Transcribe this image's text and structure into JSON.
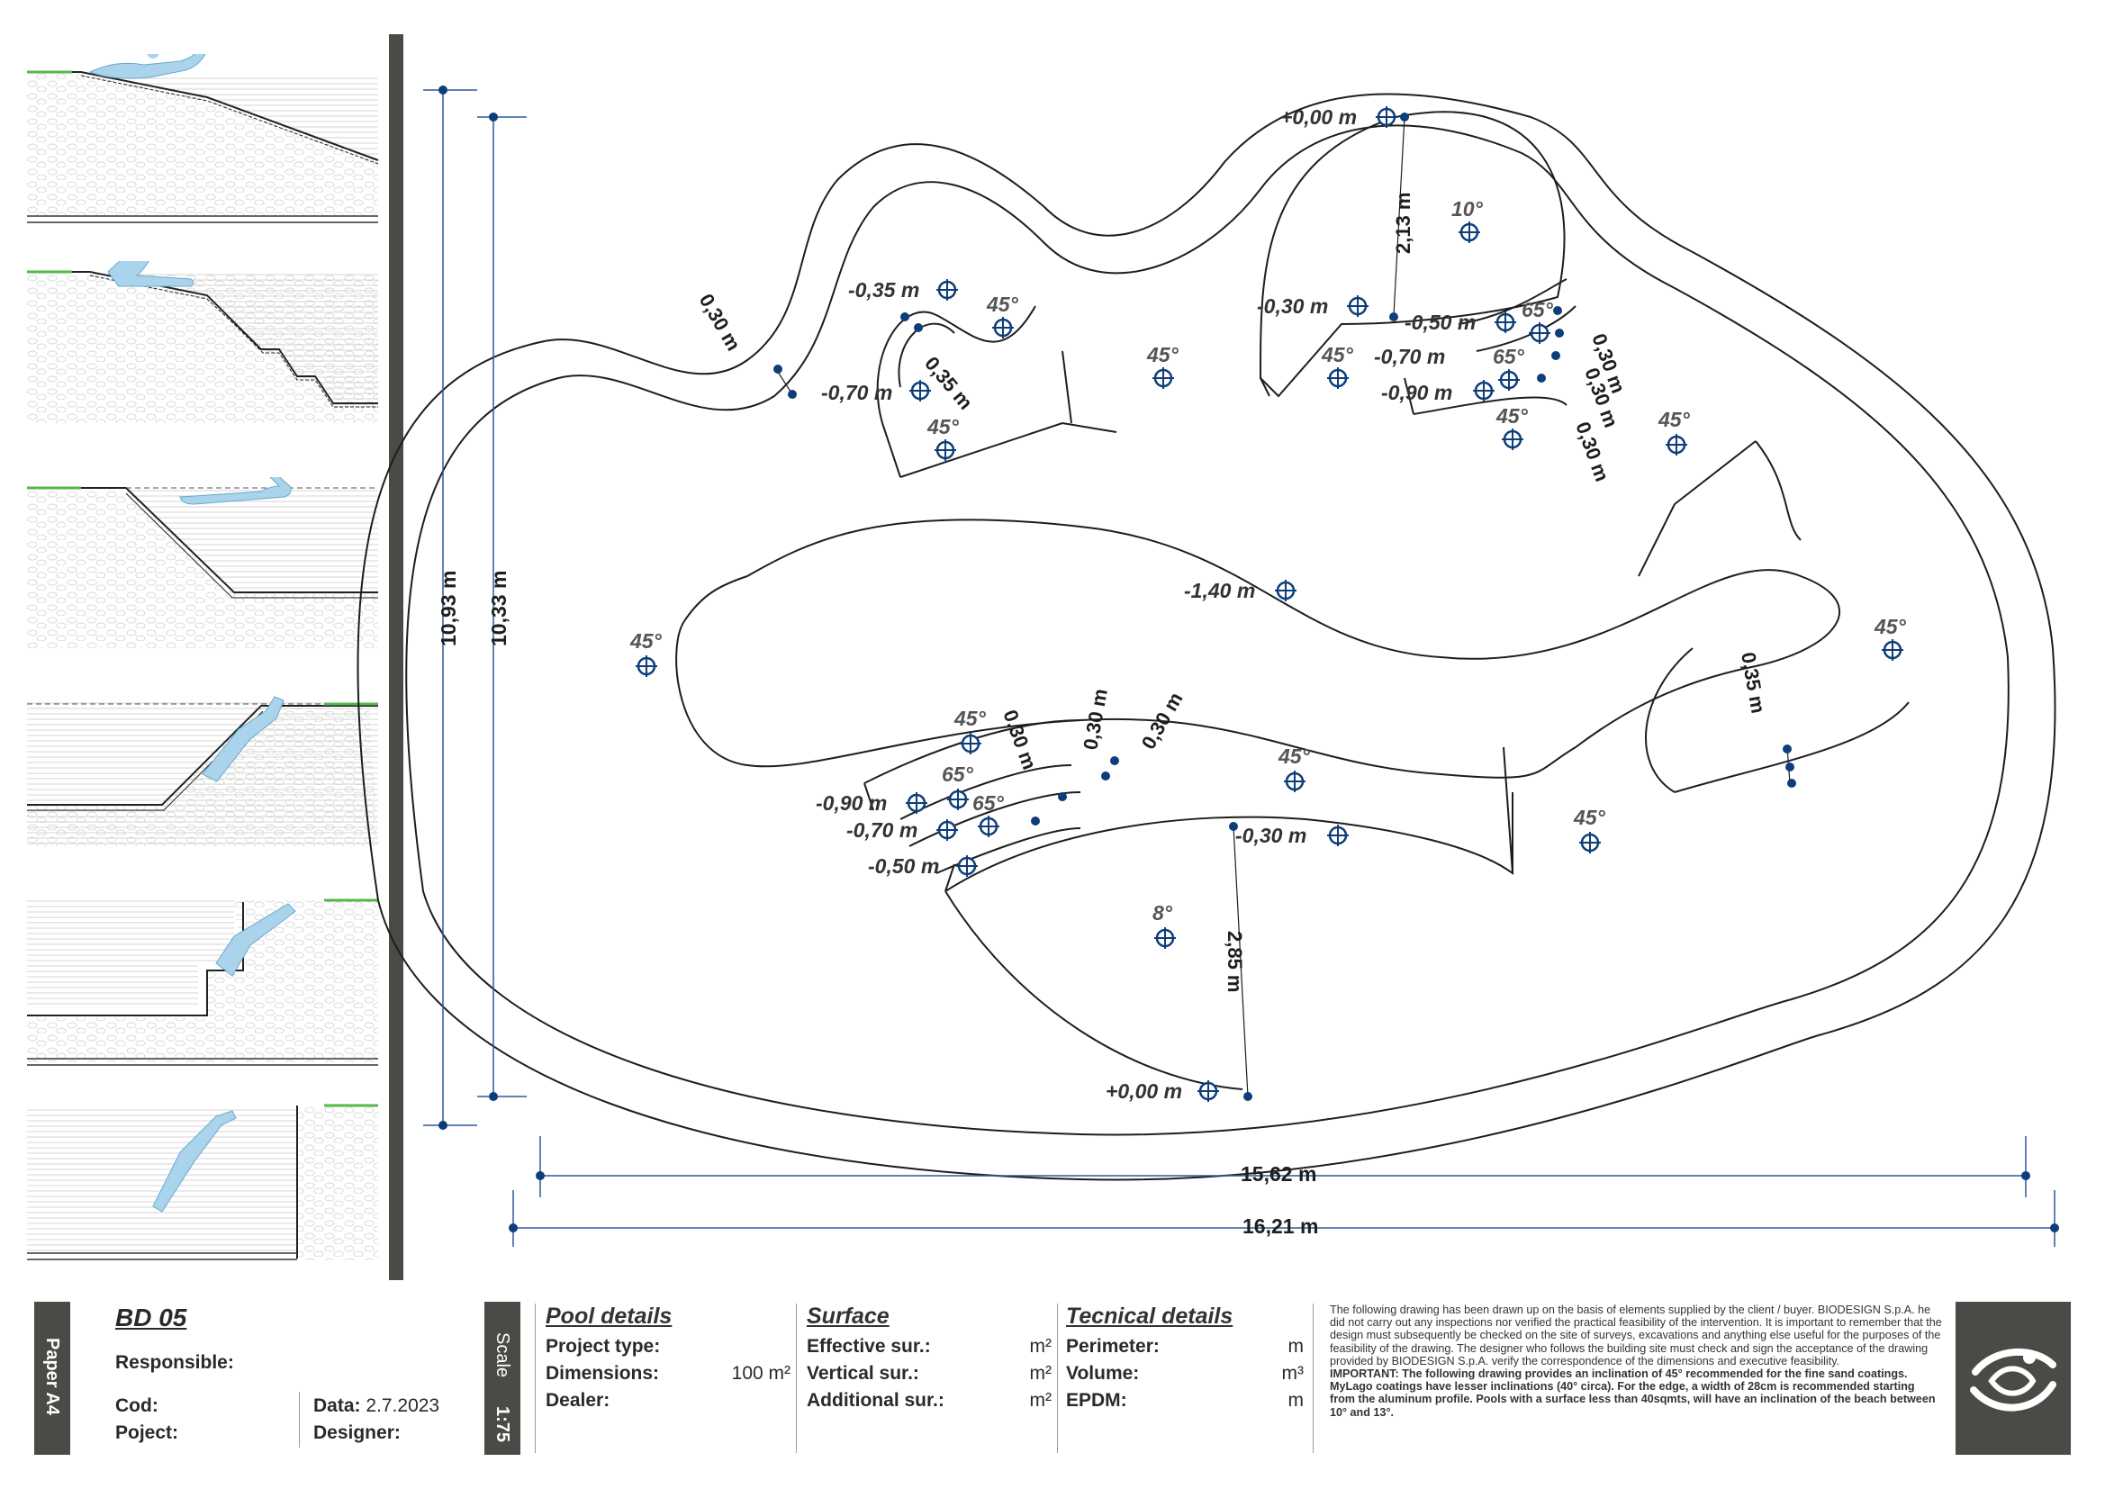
{
  "plan": {
    "depth_labels": {
      "top_rim": "+0,00 m",
      "bottom_rim": "+0,00 m",
      "center": "-1,40 m",
      "beach_top_edge": "-0,30 m",
      "beach_bottom_edge": "-0,30 m",
      "step_tl_1": "-0,35 m",
      "step_tl_2": "-0,70 m",
      "step_tr_1": "-0,50 m",
      "step_tr_2": "-0,70 m",
      "step_tr_3": "-0,90 m",
      "step_bl_1": "-0,90 m",
      "step_bl_2": "-0,70 m",
      "step_bl_3": "-0,50 m"
    },
    "dimension_labels": {
      "rim_width_left": "0,30 m",
      "step_tl_depth": "0,35 m",
      "beach_top_length": "2,13 m",
      "beach_bottom_length": "2,85 m",
      "step_tr_a": "0,30 m",
      "step_tr_b": "0,30 m",
      "step_tr_c": "0,30 m",
      "step_right": "0,35 m",
      "step_bl_a": "0,30 m",
      "step_bl_b": "0,30 m",
      "step_bl_c": "0,30 m",
      "height_outer": "10,93 m",
      "height_inner": "10,33 m",
      "width_inner": "15,62 m",
      "width_outer": "16,21 m"
    },
    "slope_labels": {
      "top_beach": "10°",
      "bottom_beach": "8°",
      "tl_step": "45°",
      "tl_lower": "45°",
      "top_mid": "45°",
      "top_right_a": "45°",
      "top_right_b": "45°",
      "right_top": "45°",
      "left": "45°",
      "right": "45°",
      "bottom_left": "45°",
      "bottom_mid": "45°",
      "bottom_right": "45°",
      "tr_step_1": "65°",
      "tr_step_2": "65°",
      "bl_step_1": "65°",
      "bl_step_2": "65°"
    }
  },
  "title_block": {
    "paper": "Paper A4",
    "scale_label": "Scale",
    "scale_value": "1:75",
    "model": "BD 05",
    "responsible_label": "Responsible:",
    "cod_label": "Cod:",
    "project_label": "Poject:",
    "date_label": "Data:",
    "date_value": "2.7.2023",
    "designer_label": "Designer:",
    "pool_details": {
      "header": "Pool details",
      "project_type": "Project type:",
      "dimensions": "Dimensions:",
      "dimensions_value": "100 m²",
      "dealer": "Dealer:"
    },
    "surface": {
      "header": "Surface",
      "effective": "Effective sur.:",
      "vertical": "Vertical sur.:",
      "additional": "Additional sur.:",
      "unit": "m²"
    },
    "technical": {
      "header": "Tecnical details",
      "perimeter": "Perimeter:",
      "perimeter_unit": "m",
      "volume": "Volume:",
      "volume_unit": "m³",
      "epdm": "EPDM:",
      "epdm_unit": "m"
    },
    "disclaimer": "The following drawing has been drawn up on the basis of elements supplied by the client / buyer. BIODESIGN S.p.A. he did not carry out any inspections nor verified the practical feasibility of the intervention. It is important to remember that the design must subsequently be checked on the site of surveys, excavations and anything else useful for the purposes of the feasibility of the drawing. The designer who follows the building site must check and sign the acceptance of the drawing provided by BIODESIGN S.p.A. verify the correspondence of the dimensions and executive feasibility.",
    "important": "IMPORTANT: The following drawing provides an inclination of 45° recommended for the fine sand coatings. MyLago coatings have lesser inclinations (40° circa). For the edge, a width of 28cm is recommended starting from the aluminum profile. Pools with a surface less than 40sqmts, will have an inclination of the beach between 10° and 13°."
  },
  "colors": {
    "line": "#1e1e1e",
    "marker": "#0d3d7a",
    "dim": "#2d5a9a",
    "water": "#a9d4ec",
    "grass": "#52b84a",
    "bar": "#4a4a46"
  }
}
